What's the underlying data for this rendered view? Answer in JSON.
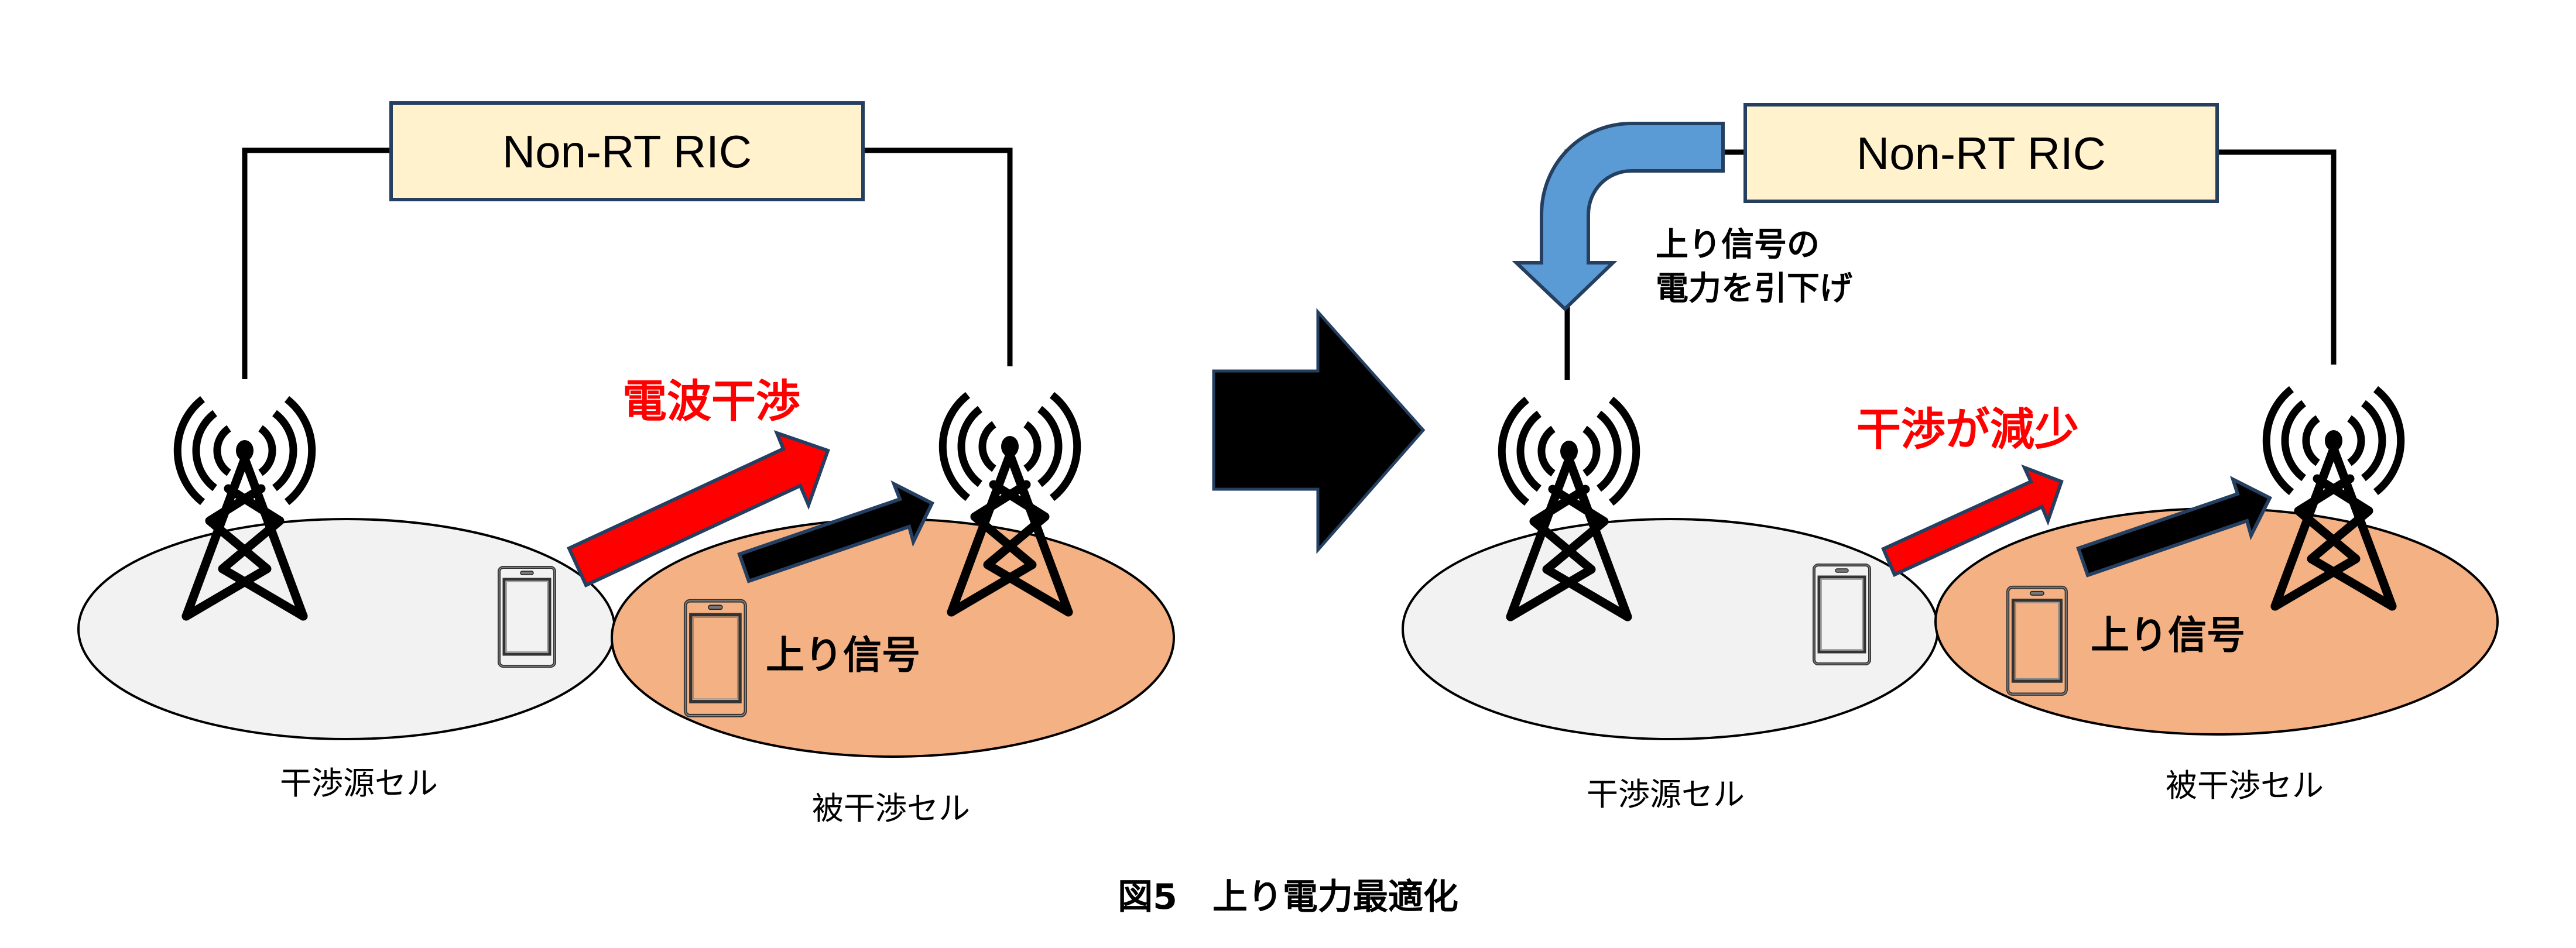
{
  "figure": {
    "caption": "図5　上り電力最適化"
  },
  "colors": {
    "ric_fill": "#FFF2CC",
    "ric_border": "#243F60",
    "source_cell_fill": "#F2F2F2",
    "victim_cell_fill": "#F4B183",
    "interference_arrow": "#FF0000",
    "uplink_arrow": "#000000",
    "control_arrow": "#5B9BD5",
    "arrow_outline": "#243F60",
    "interference_text": "#FF0000",
    "transition_arrow": "#000000"
  },
  "before": {
    "ric_label": "Non-RT RIC",
    "interference_label": "電波干渉",
    "uplink_label": "上り信号",
    "source_cell_label": "干渉源セル",
    "victim_cell_label": "被干渉セル",
    "icons": {
      "source_tower": "cell-tower-icon",
      "victim_tower": "cell-tower-icon",
      "source_phone": "smartphone-icon",
      "victim_phone": "smartphone-icon"
    }
  },
  "transition": {
    "icon": "right-arrow-icon"
  },
  "after": {
    "ric_label": "Non-RT RIC",
    "control_note_line1": "上り信号の",
    "control_note_line2": "電力を引下げ",
    "interference_label": "干渉が減少",
    "uplink_label": "上り信号",
    "source_cell_label": "干渉源セル",
    "victim_cell_label": "被干渉セル",
    "icons": {
      "source_tower": "cell-tower-icon",
      "victim_tower": "cell-tower-icon",
      "source_phone": "smartphone-icon",
      "victim_phone": "smartphone-icon",
      "control": "curved-down-arrow-icon"
    }
  }
}
